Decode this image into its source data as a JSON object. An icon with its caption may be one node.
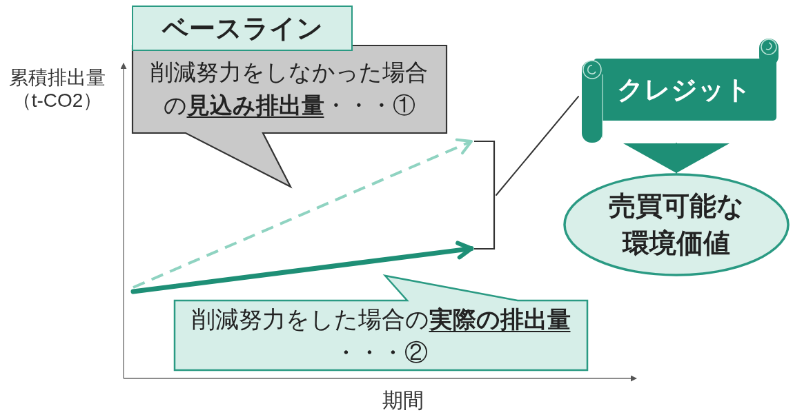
{
  "diagram": {
    "nodes": [
      {
        "text": [
          "ベースライン"
        ]
      },
      {
        "text": [
          "削減努力をしなかった場合の**見込み排出量**・・・①"
        ]
      },
      {
        "text": [
          "クレジット"
        ]
      },
      {
        "text": [],
        "shape": "bracket"
      },
      {
        "text": [
          "売買可能な環境価値"
        ]
      },
      {
        "text": [
          "削減努力をした場合の**実際の排出量**・・・②"
        ]
      }
    ],
    "edges": [
      {
        "from": null,
        "to": 3,
        "arrow": "to",
        "style": "dashed",
        "color": "#8fd3c1"
      },
      {
        "from": null,
        "to": 3,
        "arrow": "to",
        "style": "thick"
      },
      {
        "from": 3,
        "to": 2,
        "arrow": "none",
        "color": "#333333"
      },
      {
        "from": 2,
        "to": 4,
        "arrow": "to"
      }
    ],
    "labels": [
      "累積排出量（t-CO2）",
      "期間"
    ]
  }
}
